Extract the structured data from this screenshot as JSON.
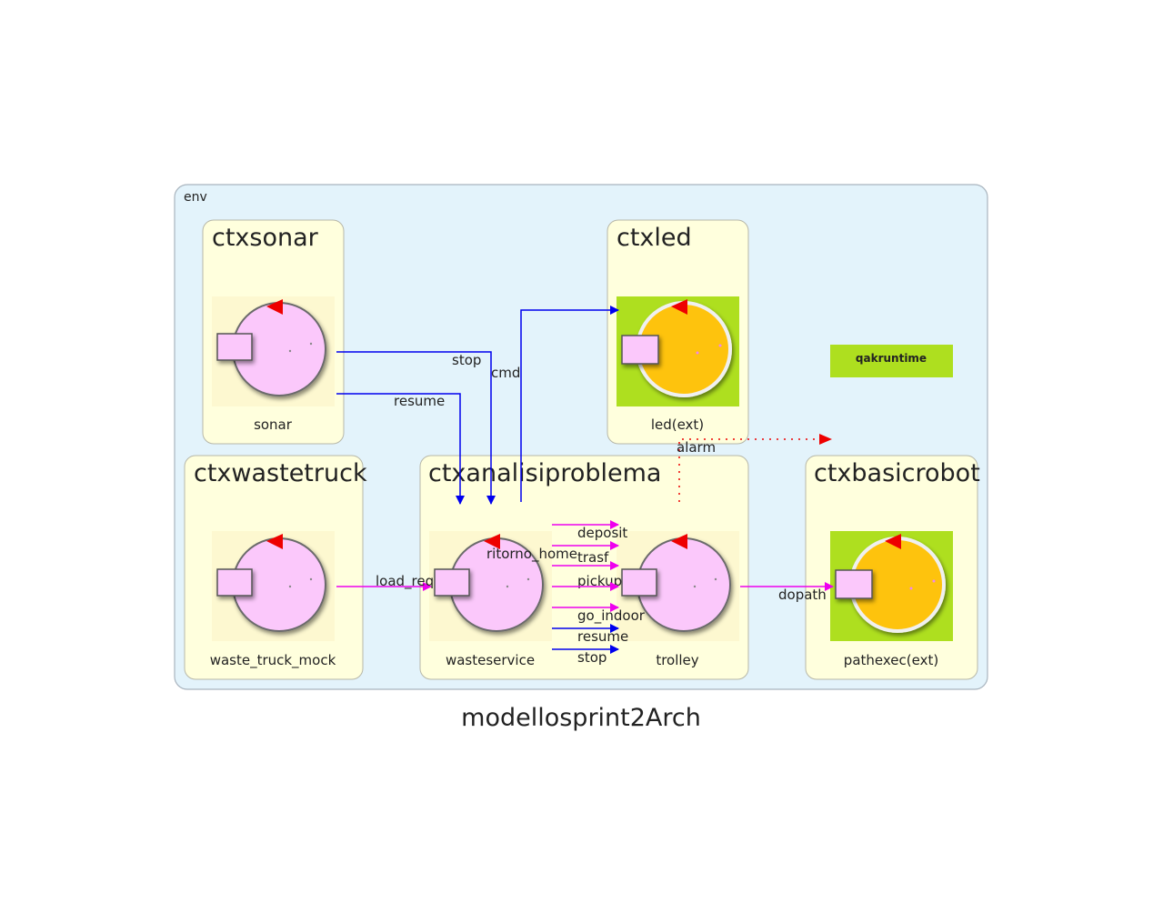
{
  "env_label": "env",
  "title": "modellosprint2Arch",
  "qakruntime": "qakruntime",
  "contexts": {
    "sonar": "ctxsonar",
    "led": "ctxled",
    "wastetruck": "ctxwastetruck",
    "analisi": "ctxanalisiproblema",
    "basicrobot": "ctxbasicrobot"
  },
  "actors": {
    "sonar": "sonar",
    "led": "led(ext)",
    "waste_truck": "waste_truck_mock",
    "wasteservice": "wasteservice",
    "trolley": "trolley",
    "pathexec": "pathexec(ext)"
  },
  "edges": {
    "stop_sonar": "stop",
    "cmd": "cmd",
    "resume_sonar": "resume",
    "alarm": "alarm",
    "load_req": "load_req",
    "ritorno_home": "ritorno_home",
    "deposit": "deposit",
    "trasf": "trasf",
    "pickup": "pickup",
    "go_indoor": "go_indoor",
    "resume_trolley": "resume",
    "stop_trolley": "stop",
    "dopath": "dopath"
  },
  "colors": {
    "env_bg": "#e3f3fb",
    "context_bg": "#ffffdd",
    "actor_pink": "#fbc8fb",
    "actor_orange": "#fec30c",
    "external_bg": "#aedf1f",
    "dispatch": "#0000ee",
    "request": "#ee00ee",
    "event": "#ee0000"
  }
}
